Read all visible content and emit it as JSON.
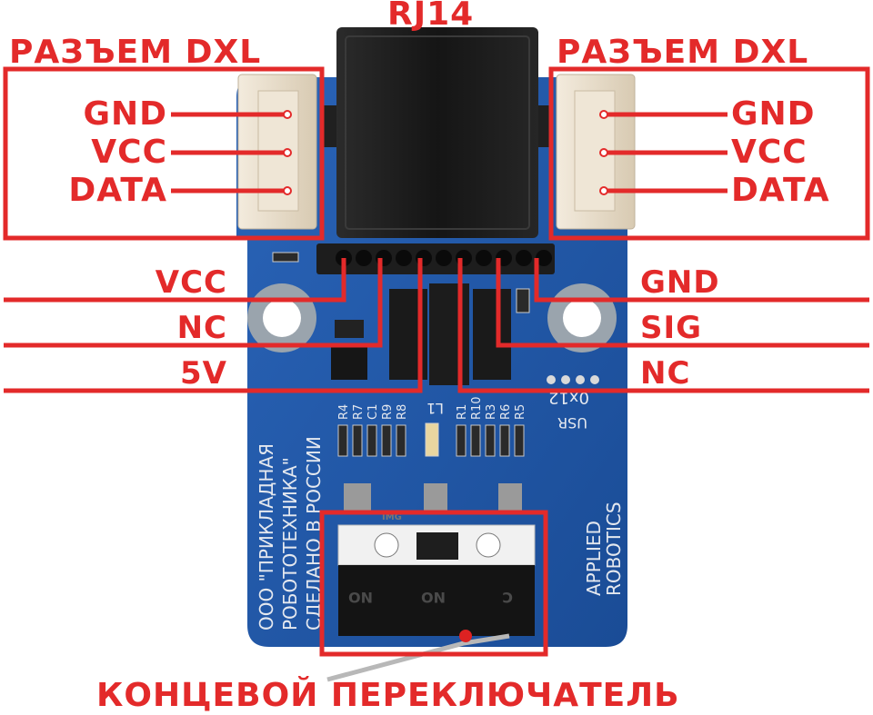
{
  "title": "RJ14",
  "left_connector": {
    "heading": "РАЗЪЕМ DXL",
    "pins": [
      "GND",
      "VCC",
      "DATA"
    ]
  },
  "right_connector": {
    "heading": "РАЗЪЕМ DXL",
    "pins": [
      "GND",
      "VCC",
      "DATA"
    ]
  },
  "left_header_pins": [
    "VCC",
    "NC",
    "5V"
  ],
  "right_header_pins": [
    "GND",
    "SIG",
    "NC"
  ],
  "bottom_label": "КОНЦЕВОЙ ПЕРЕКЛЮЧАТЕЛЬ",
  "board": {
    "silk_left": [
      "ООО \"ПРИКЛАДНАЯ",
      "РОБОТОТЕХНИКА\"",
      "СДЕЛАНО В РОССИИ"
    ],
    "silk_right": [
      "APPLIED",
      "ROBOTICS"
    ],
    "silk_address": "0x12",
    "silk_usr": "USR",
    "silk_led": "L1",
    "res_left": [
      "R4",
      "R7",
      "C1",
      "R9",
      "R8"
    ],
    "res_right": [
      "R1",
      "R10",
      "R3",
      "R6",
      "R5"
    ],
    "switch_labels": [
      "NO",
      "NO",
      "C"
    ],
    "switch_mark": "IMG"
  },
  "colors": {
    "annotation": "#e32a2a",
    "pcb": "#1e56a6",
    "connector_body": "#e8dcc8",
    "rj_body": "#1a1a1a"
  }
}
